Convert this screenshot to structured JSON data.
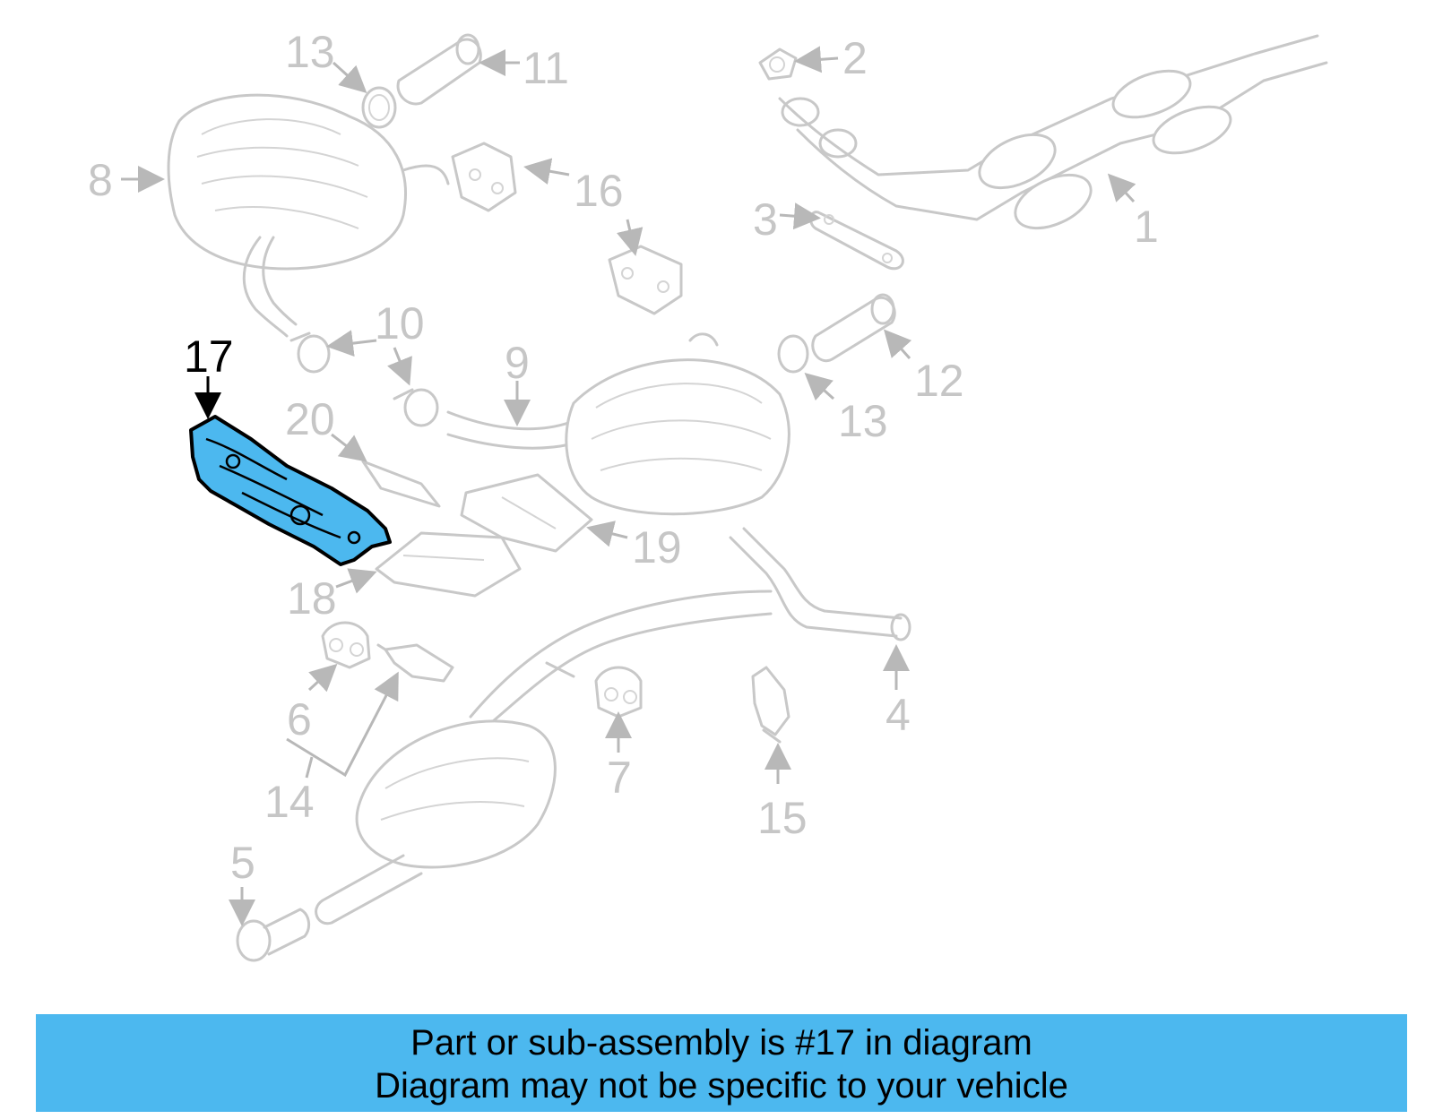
{
  "callouts": {
    "c1": "1",
    "c2": "2",
    "c3": "3",
    "c4": "4",
    "c5": "5",
    "c6": "6",
    "c7": "7",
    "c8": "8",
    "c9": "9",
    "c10": "10",
    "c11": "11",
    "c12": "12",
    "c13a": "13",
    "c13b": "13",
    "c14": "14",
    "c15": "15",
    "c16": "16",
    "c17": "17",
    "c18": "18",
    "c19": "19",
    "c20": "20"
  },
  "highlighted_part": "17",
  "caption": {
    "line1": "Part or sub-assembly is #17 in diagram",
    "line2": "Diagram may not be specific to your vehicle"
  },
  "colors": {
    "highlight_fill": "#4cb8ef",
    "caption_background": "#4cb8ef",
    "part_outline": "#c8c8c8",
    "callout_text": "#c6c6c6"
  }
}
